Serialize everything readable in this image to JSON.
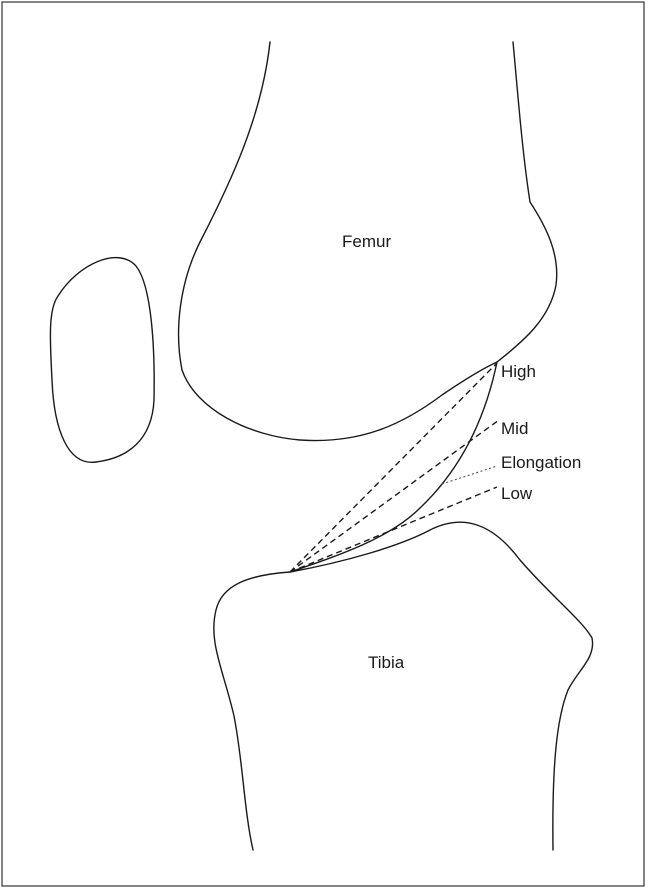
{
  "labels": {
    "femur": "Femur",
    "tibia": "Tibia",
    "high": "High",
    "mid": "Mid",
    "elongation": "Elongation",
    "low": "Low"
  }
}
